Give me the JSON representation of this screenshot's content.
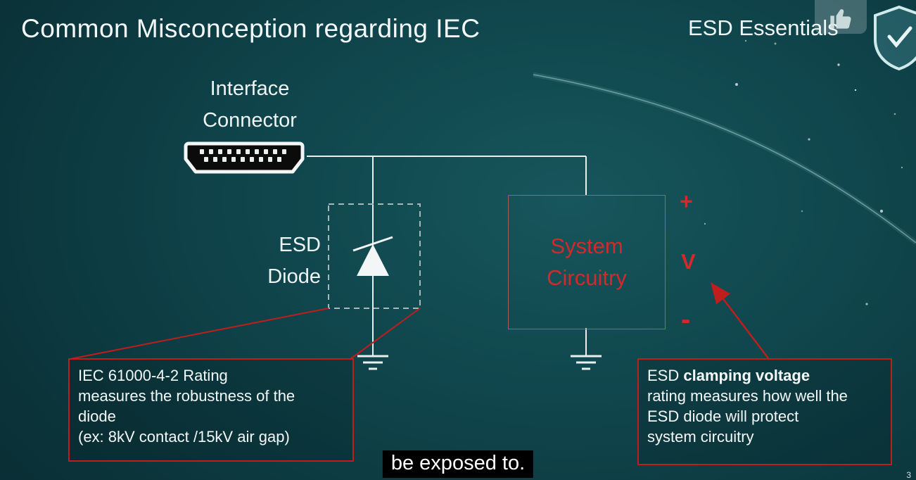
{
  "slide": {
    "title": "Common Misconception regarding IEC",
    "brand": "ESD Essentials",
    "page_number": "3"
  },
  "diagram": {
    "connector_label": [
      "Interface",
      "Connector"
    ],
    "esd_diode_label": [
      "ESD",
      "Diode"
    ],
    "system_box_label": [
      "System",
      "Circuitry"
    ],
    "plus": "+",
    "v": "V",
    "minus": "-"
  },
  "callouts": {
    "iec": {
      "lines": [
        "IEC 61000-4-2 Rating",
        "measures the robustness of the",
        "diode",
        "(ex: 8kV contact /15kV air gap)"
      ]
    },
    "clamping": {
      "line1_pre": "ESD ",
      "line1_bold": "clamping voltage",
      "lines": [
        "rating measures how well the",
        "ESD diode will protect",
        "system circuitry"
      ]
    }
  },
  "caption": "be exposed to.",
  "icons": {
    "thumbs_up": "thumbs-up",
    "shield": "shield-check"
  },
  "colors": {
    "accent_red": "#c01d1d",
    "diagram_text_red": "#d22a2a",
    "background_teal": "#0f434a",
    "wire_white": "#e9efef",
    "caption_bg": "#000000"
  }
}
